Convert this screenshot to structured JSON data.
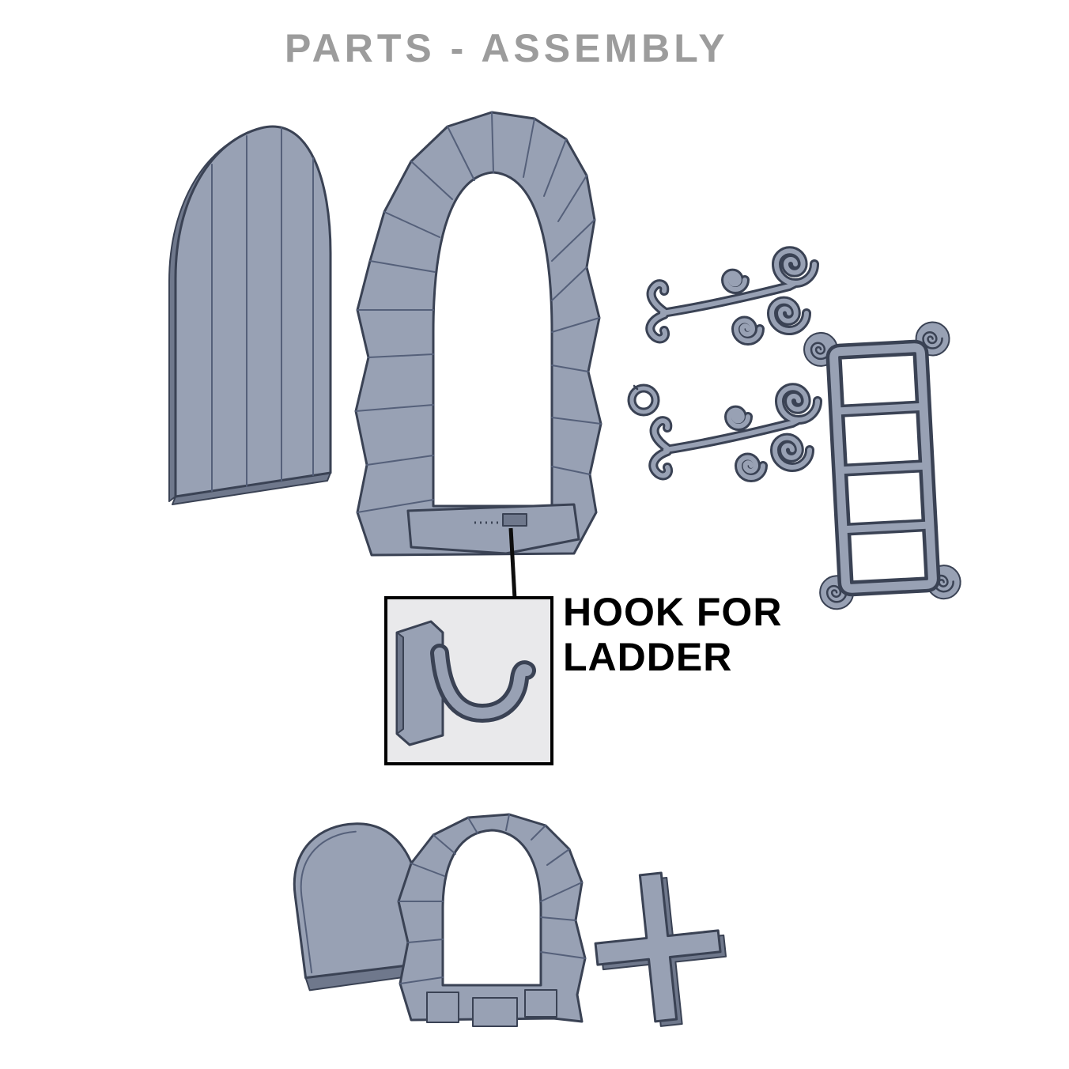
{
  "title": "PARTS - ASSEMBLY",
  "callout": {
    "label_line1": "HOOK FOR",
    "label_line2": "LADDER"
  },
  "parts": [
    {
      "name": "arched-door-panel"
    },
    {
      "name": "stone-arch-door-frame"
    },
    {
      "name": "scroll-hinge-top"
    },
    {
      "name": "scroll-hinge-bottom"
    },
    {
      "name": "pull-ring"
    },
    {
      "name": "scroll-ladder"
    },
    {
      "name": "hook-for-ladder-detail"
    },
    {
      "name": "small-arched-door-panel"
    },
    {
      "name": "small-stone-arch-frame"
    },
    {
      "name": "cross-brace"
    }
  ],
  "colors": {
    "background": "#ffffff",
    "title_text": "#9c9c9c",
    "label_text": "#000000",
    "part_fill": "#98a1b4",
    "part_shadow": "#6f788c",
    "part_edge": "#3a4254",
    "callout_fill": "#e9e9eb",
    "callout_border": "#000000"
  }
}
